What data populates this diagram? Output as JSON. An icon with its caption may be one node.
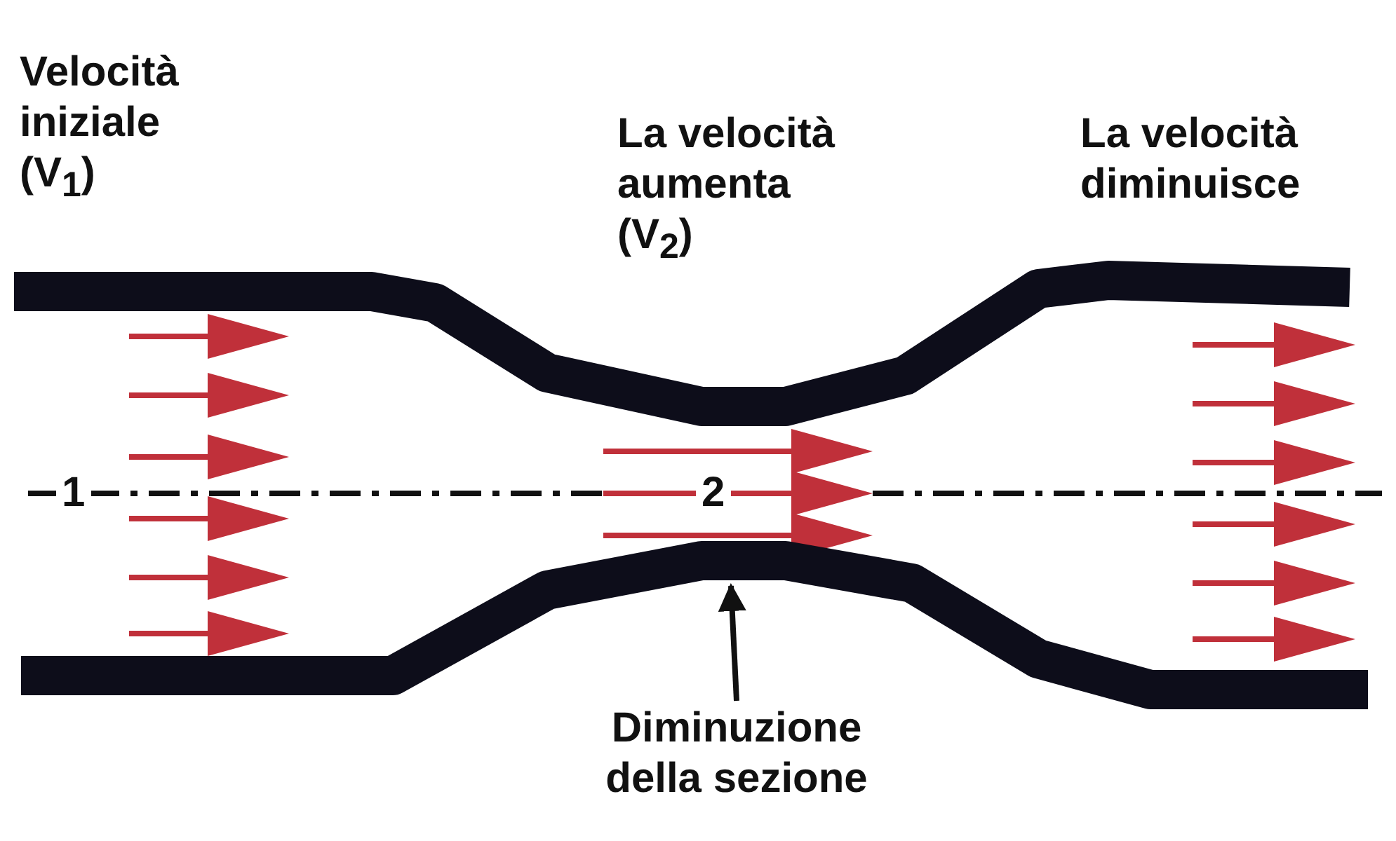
{
  "diagram": {
    "nodes": [
      {
        "text": [
          "Diminuzione della sezione"
        ]
      },
      {
        "text": [],
        "shape": "pipe"
      }
    ],
    "edges": [
      {
        "from": 0,
        "to": 1,
        "arrow": "to"
      }
    ],
    "labels": [
      "Velocità iniziale (V$_{1}$)",
      "La velocità aumenta (V$_{2}$)",
      "La velocità diminuisce",
      "1",
      "2"
    ]
  }
}
